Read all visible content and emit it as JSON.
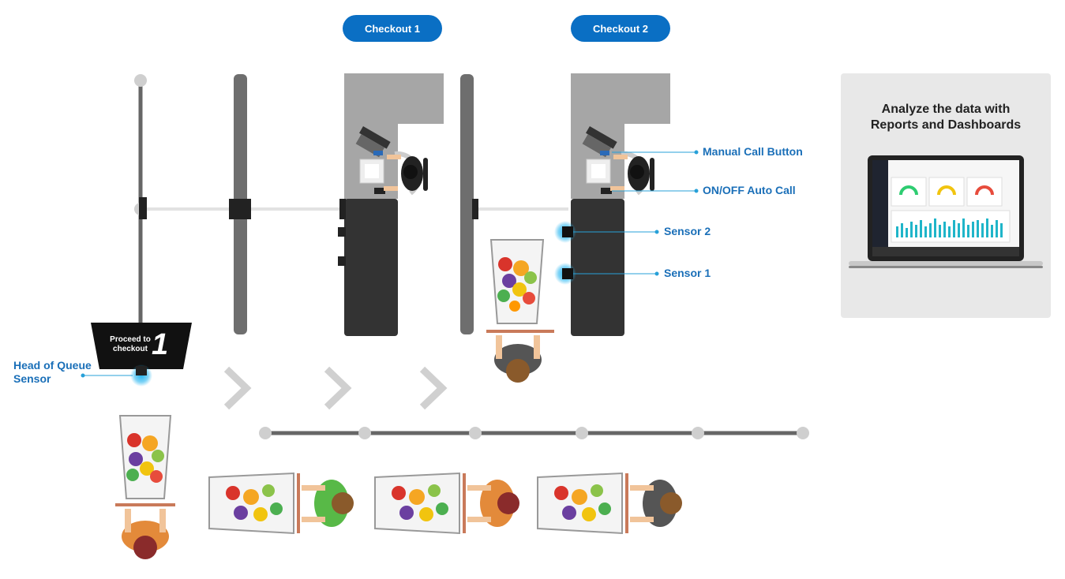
{
  "checkouts": [
    {
      "label": "Checkout 1"
    },
    {
      "label": "Checkout 2"
    }
  ],
  "callouts": {
    "manual_call": "Manual Call Button",
    "auto_call": "ON/OFF Auto Call",
    "sensor2": "Sensor 2",
    "sensor1": "Sensor 1",
    "head_of_queue_line1": "Head of Queue",
    "head_of_queue_line2": "Sensor"
  },
  "sign": {
    "text_line1": "Proceed to",
    "text_line2": "checkout",
    "number": "1"
  },
  "panel": {
    "title_line1": "Analyze the data with",
    "title_line2": "Reports and Dashboards"
  },
  "colors": {
    "accent": "#0a6fc4",
    "callout_text": "#1a6fb8",
    "counter_dark": "#333333",
    "counter_light": "#a6a6a6",
    "sensor_glow": "#27b5f0"
  },
  "icons": [
    "monitor-icon",
    "cart-icon",
    "shopper-icon",
    "chevron-right-icon",
    "laptop-icon",
    "sensor-icon"
  ]
}
